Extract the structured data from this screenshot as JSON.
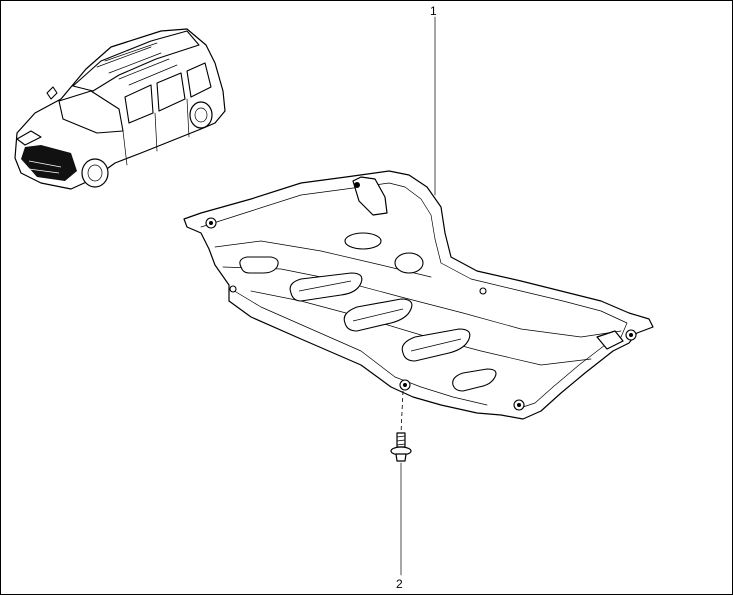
{
  "diagram": {
    "callouts": [
      {
        "id": "1",
        "label": "1",
        "part": "underbody-protection-plate"
      },
      {
        "id": "2",
        "label": "2",
        "part": "fastening-screw"
      }
    ],
    "colors": {
      "line": "#000000",
      "background": "#ffffff",
      "highlight": "#000000"
    },
    "icons": {
      "vehicle": "minivan-thumbnail-icon",
      "plate": "skid-plate-drawing",
      "screw": "screw-icon"
    }
  }
}
